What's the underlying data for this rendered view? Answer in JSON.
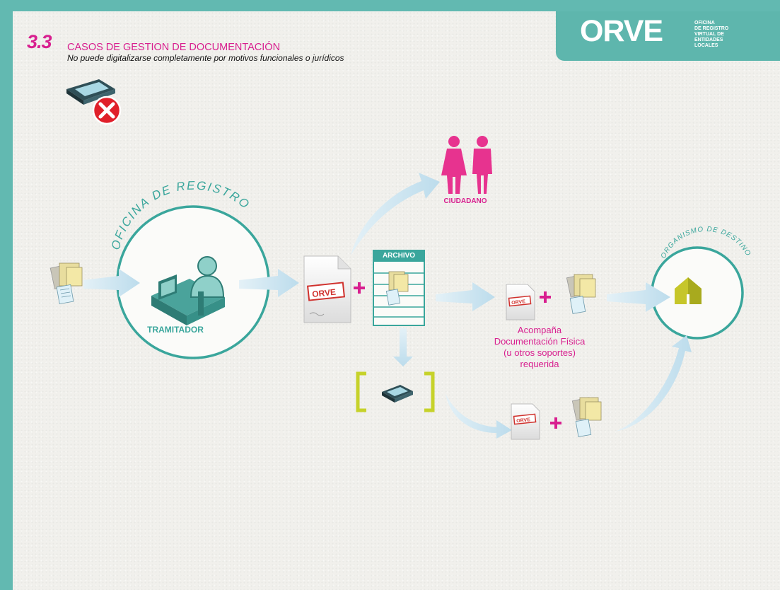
{
  "header": {
    "section_number": "3.3",
    "section_title": "CASOS DE GESTION DE DOCUMENTACIÓN",
    "section_subtitle": "No puede digitalizarse completamente por motivos funcionales o jurídicos"
  },
  "logo": {
    "word": "ORVE",
    "tagline": "OFICINA\nDE REGISTRO\nVIRTUAL DE\nENTIDADES\nLOCALES"
  },
  "diagram": {
    "registry_office_arc": "OFICINA DE REGISTRO",
    "tramitador": "TRAMITADOR",
    "ciudadano": "CIUDADANO",
    "archivo": "ARCHIVO",
    "stamp": "ORVE",
    "destination_arc": "ORGANISMO DE DESTINO",
    "note": [
      "Acompaña",
      "Documentación Física",
      "(u otros soportes)",
      "requerida"
    ]
  },
  "colors": {
    "teal": "#3aa69c",
    "magenta": "#d81f8f",
    "lime": "#c6d22a",
    "arrow": "#c9e2ef"
  },
  "icons": [
    "scanner-forbidden-icon",
    "documents-icon",
    "clerk-at-computer-icon",
    "couple-icon",
    "registered-document-icon",
    "archive-box-icon",
    "scanner-icon",
    "house-icon"
  ]
}
